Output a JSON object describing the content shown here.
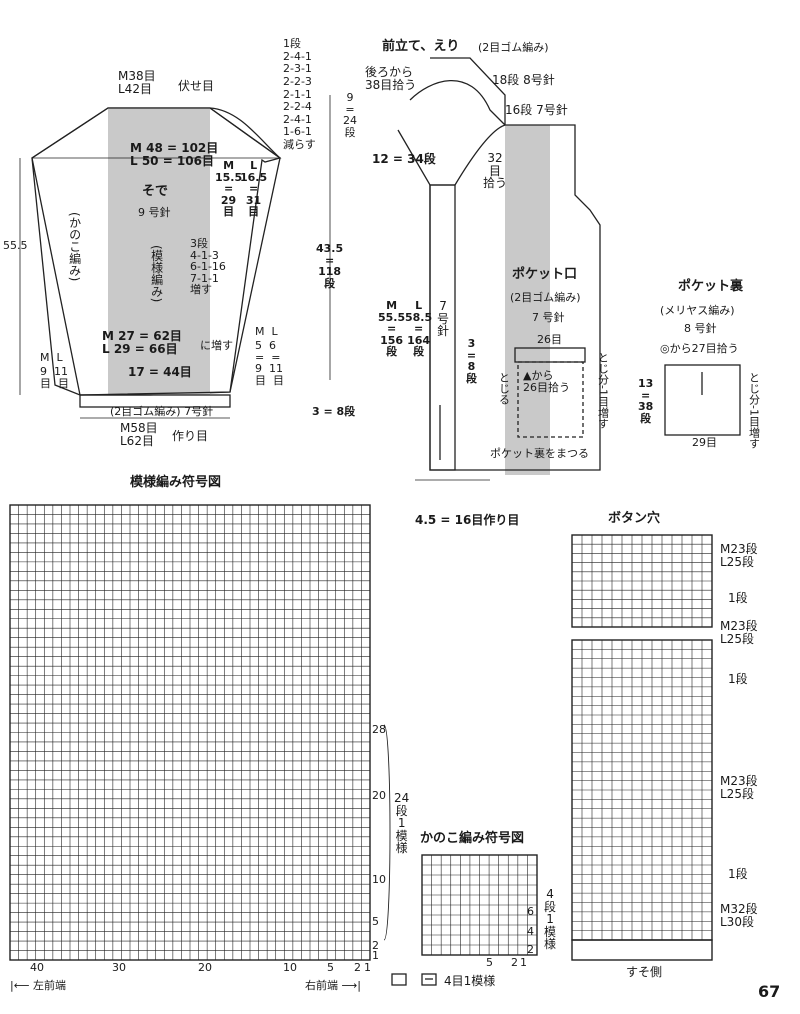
{
  "sleeve": {
    "top_count": "M38目\nL42目",
    "bind_off": "伏せ目",
    "decrease_list": [
      "1段",
      "2-4-1",
      "2-3-1",
      "2-2-3",
      "2-1-1",
      "2-2-4",
      "2-4-1",
      "1-6-1",
      "減らす"
    ],
    "cap_rows": "9\n=\n24\n段",
    "width_upper": "M 48 = 102目\nL 50 = 106目",
    "title": "そで",
    "needle": "9 号針",
    "left_pattern": "(かのこ編み)",
    "center_pattern": "(模様編み)",
    "increase_list": "3段\n4-1-3\n6-1-16\n7-1-1\n増す",
    "ml_col_m": "M\n15.5\n=\n29\n目",
    "ml_col_l": "L\n16.5\n=\n31\n目",
    "height_total": "43.5\n=\n118\n段",
    "left_height": "55.5",
    "width_lower": "M 27 = 62目\nL 29 = 66目",
    "lower_increase": "に増す",
    "cuff_center": "17 = 44目",
    "ml_left_label": "M  L",
    "ml_left_values": "9  11\n目  目",
    "ml_right_label": "M  L",
    "ml_right_values": "5  6\n=  =\n9  11\n目  目",
    "ribbing": "(2目ゴム編み) 7号針",
    "cuff_rows": "3 = 8段",
    "cast_on_count": "M58目\nL62目",
    "cast_on": "作り目"
  },
  "front": {
    "title": "前立て、えり",
    "title_note": "(2目ゴム編み)",
    "back_pickup": "後ろから\n38目拾う",
    "rows_18": "18段 8号針",
    "rows_16": "16段 7号針",
    "collar_rows": "12 = 34段",
    "pickup_32": "32\n目\n拾う",
    "band_needle": "7\n号\n針",
    "height_m": "M\n55.5\n=\n156\n段",
    "height_l": "L\n58.5\n=\n164\n段",
    "pocket_title": "ポケット口",
    "pocket_rib": "(2目ゴム編み)",
    "pocket_needle": "7 号針",
    "pocket_26": "26目",
    "pocket_pickup": "▲から\n26目拾う",
    "pocket_rows": "3\n=\n8\n段",
    "pocket_bind": "とじる",
    "pocket_side": "とじ分-1目増す",
    "lining_sew": "ポケット裏をまつる",
    "cast_on": "4.5 = 16目作り目"
  },
  "pocket_back": {
    "title": "ポケット裏",
    "stitch": "(メリヤス編み)",
    "needle": "8 号針",
    "pickup": "◎から27目拾う",
    "rows": "13\n=\n38\n段",
    "width": "29目",
    "side": "とじ分-1目増す"
  },
  "pattern_chart": {
    "title": "模様編み符号図",
    "row_nums": [
      "28",
      "20",
      "10",
      "5",
      "2",
      "1"
    ],
    "col_nums": [
      "40",
      "30",
      "20",
      "10",
      "5",
      "2",
      "1"
    ],
    "repeat": "24\n段\n1\n模\n様",
    "left_end": "左前端",
    "right_end": "右前端"
  },
  "seed_chart": {
    "title": "かのこ編み符号図",
    "row_nums": [
      "6",
      "4",
      "2"
    ],
    "col_nums": [
      "5",
      "2",
      "1"
    ],
    "repeat": "4\n段\n1\n模\n様",
    "col_repeat": "4目1模様"
  },
  "buttonhole": {
    "title": "ボタン穴",
    "labels": [
      "M23段\nL25段",
      "1段",
      "M23段\nL25段",
      "1段",
      "M23段\nL25段",
      "1段",
      "M32段\nL30段"
    ],
    "bottom": "すそ側"
  },
  "legend": {
    "symbol": "□=□"
  },
  "page_number": "67"
}
